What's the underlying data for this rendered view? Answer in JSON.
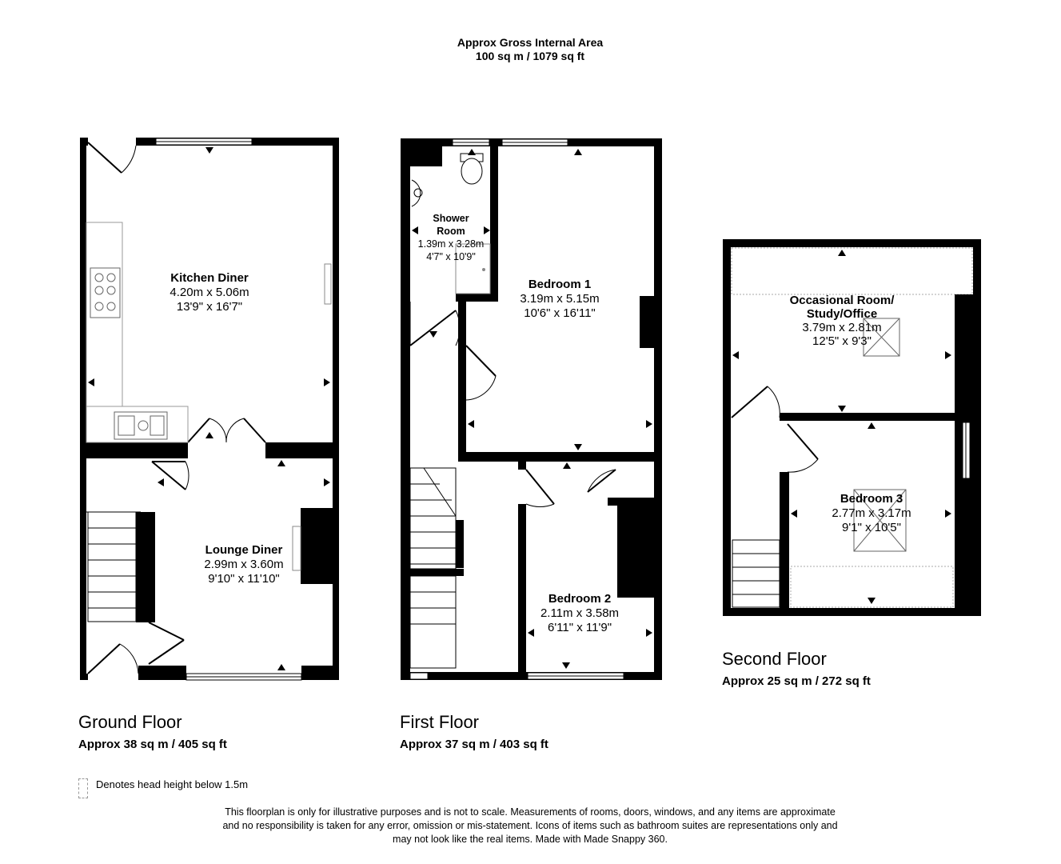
{
  "header": {
    "line1": "Approx Gross Internal Area",
    "line2": "100 sq m / 1079 sq ft"
  },
  "floors": [
    {
      "title": "Ground Floor",
      "area": "Approx 38 sq m / 405 sq ft"
    },
    {
      "title": "First Floor",
      "area": "Approx 37 sq m / 403 sq ft"
    },
    {
      "title": "Second Floor",
      "area": "Approx 25 sq m / 272 sq ft"
    }
  ],
  "rooms": {
    "kitchen": {
      "name": "Kitchen Diner",
      "metric": "4.20m x 5.06m",
      "imperial": "13'9\" x 16'7\""
    },
    "lounge": {
      "name": "Lounge Diner",
      "metric": "2.99m x 3.60m",
      "imperial": "9'10\" x 11'10\""
    },
    "shower": {
      "name1": "Shower",
      "name2": "Room",
      "metric": "1.39m x 3.28m",
      "imperial": "4'7\" x 10'9\""
    },
    "bedroom1": {
      "name": "Bedroom 1",
      "metric": "3.19m x 5.15m",
      "imperial": "10'6\" x 16'11\""
    },
    "bedroom2": {
      "name": "Bedroom 2",
      "metric": "2.11m x 3.58m",
      "imperial": "6'11\" x 11'9\""
    },
    "occasional": {
      "name1": "Occasional Room/",
      "name2": "Study/Office",
      "metric": "3.79m x 2.81m",
      "imperial": "12'5\" x 9'3\""
    },
    "bedroom3": {
      "name": "Bedroom 3",
      "metric": "2.77m x 3.17m",
      "imperial": "9'1\" x 10'5\""
    }
  },
  "legend": {
    "text": "Denotes head height below 1.5m"
  },
  "disclaimer": {
    "line1": "This floorplan is only for illustrative purposes and is not to scale. Measurements of rooms, doors, windows, and any items are approximate",
    "line2": "and no responsibility is taken for any error, omission or mis-statement. Icons of items such as bathroom suites are representations only and",
    "line3": "may not look like the real items. Made with Made Snappy 360."
  },
  "colors": {
    "wall": "#000000",
    "fixture": "#888888",
    "low_height": "#aaaaaa"
  }
}
